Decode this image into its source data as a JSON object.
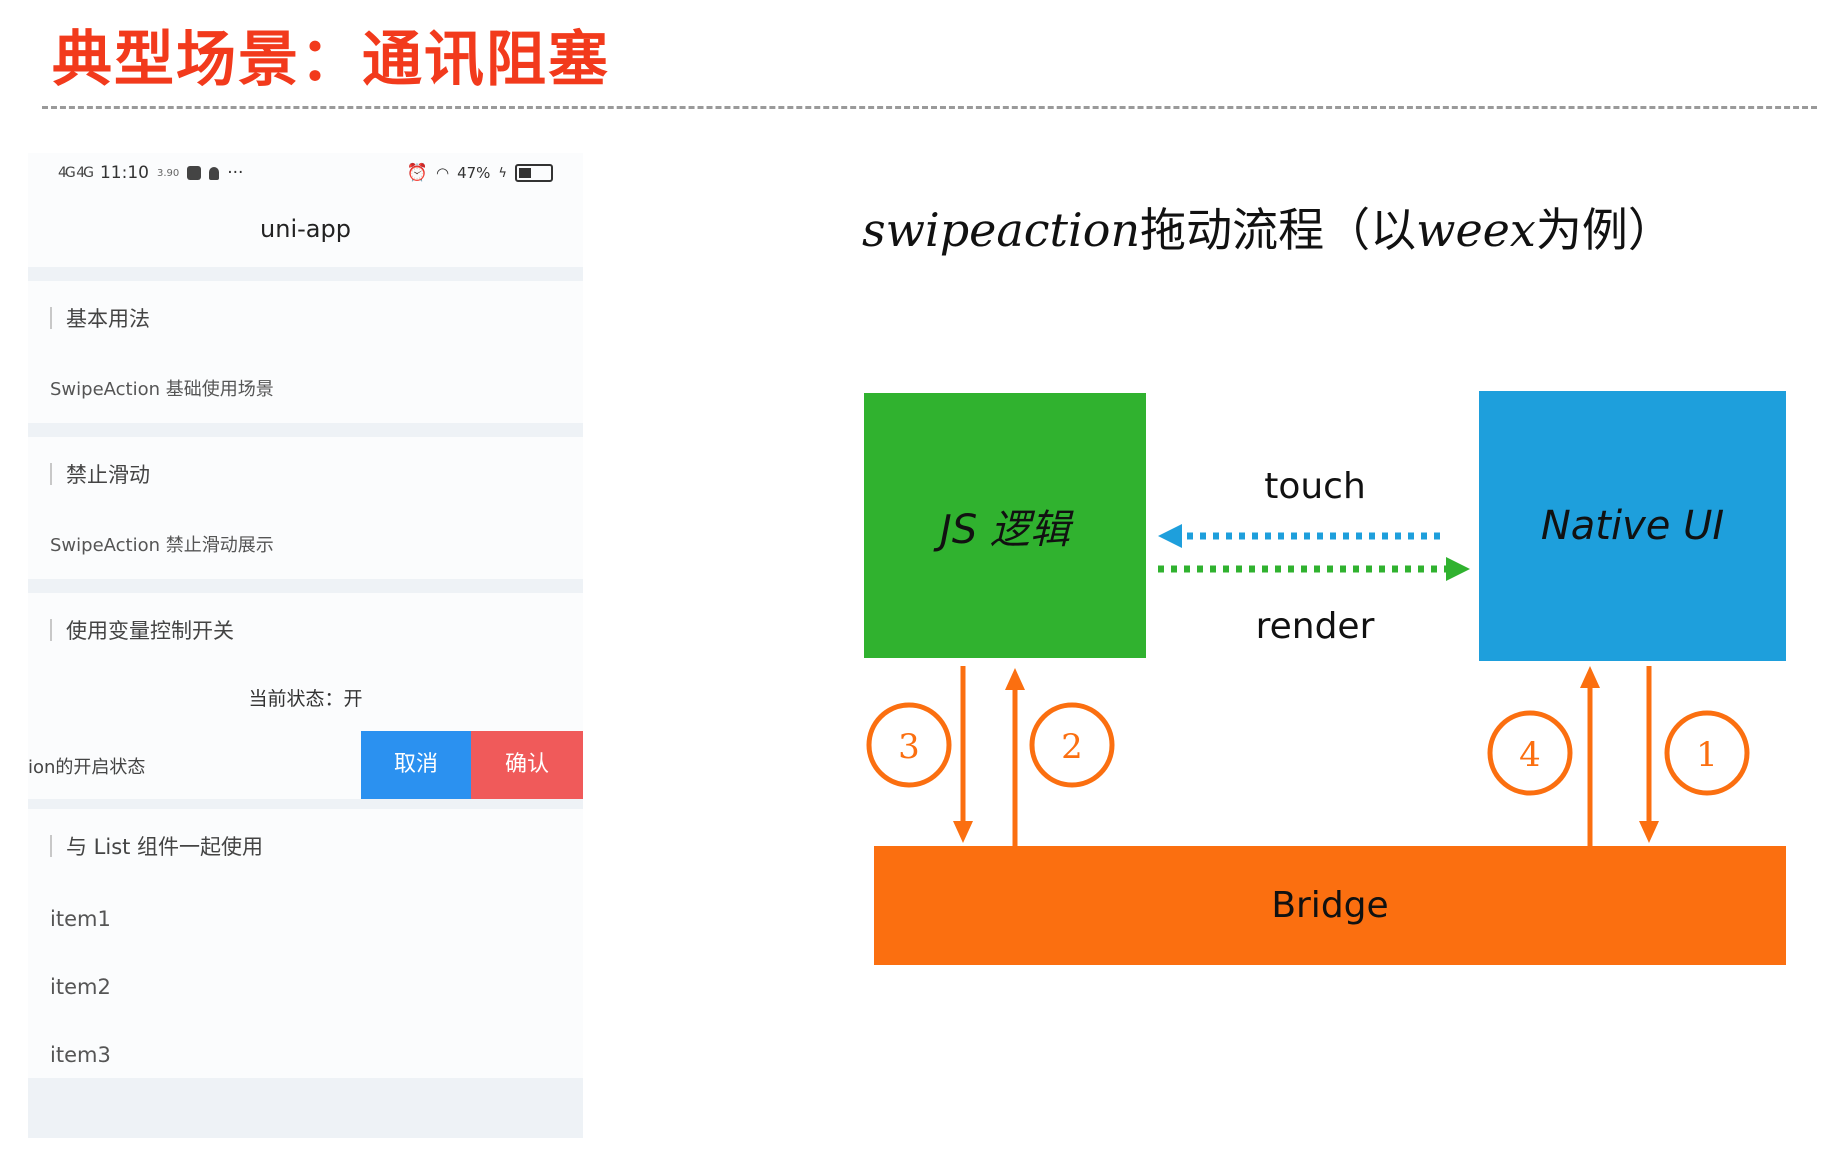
{
  "slide": {
    "title": "典型场景：通讯阻塞"
  },
  "phone": {
    "status_bar": {
      "signal": "4G  4G",
      "time": "11:10",
      "speed": "3.90",
      "extra": "···",
      "battery": "47%"
    },
    "nav_title": "uni-app",
    "sections": [
      {
        "header": "基本用法",
        "rows": [
          "SwipeAction 基础使用场景"
        ]
      },
      {
        "header": "禁止滑动",
        "rows": [
          "SwipeAction 禁止滑动展示"
        ]
      },
      {
        "header": "使用变量控制开关",
        "status": "当前状态：开",
        "swipe_row": {
          "label": "ion的开启状态",
          "cancel": "取消",
          "confirm": "确认"
        }
      },
      {
        "header": "与 List 组件一起使用",
        "rows": [
          "item1",
          "item2",
          "item3"
        ]
      }
    ]
  },
  "diagram": {
    "title_en_1": "swipeaction",
    "title_zh_1": "拖动流程（以",
    "title_en_2": "weex",
    "title_zh_2": "为例）",
    "nodes": {
      "js": "JS 逻辑",
      "native": "Native UI",
      "bridge": "Bridge"
    },
    "edges": {
      "touch": "touch",
      "render": "render"
    },
    "steps": [
      "1",
      "2",
      "3",
      "4"
    ],
    "colors": {
      "js": "#30b22f",
      "native": "#1e9fdc",
      "bridge": "#fb6f10",
      "touch_arrow": "#1e9fdc",
      "render_arrow": "#30b22f",
      "step_arrows": "#fb6f10",
      "title": "#f23a1c"
    }
  }
}
